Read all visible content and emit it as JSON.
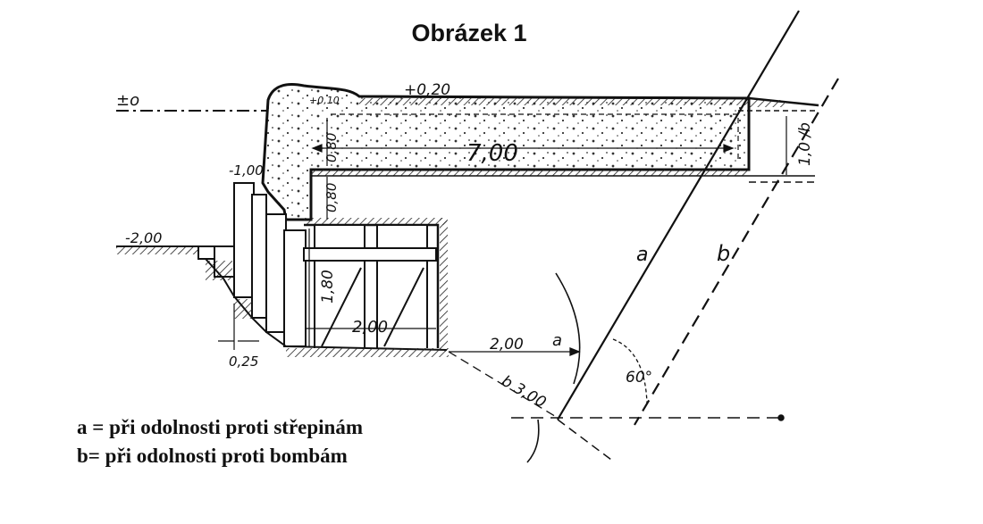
{
  "figure": {
    "title": "Obrázek 1",
    "legend": [
      "a = při odolnosti proti střepinám",
      "b= při odolnosti proti bombám"
    ]
  },
  "labels": {
    "ground_level": "±o",
    "top_plus_020": "+0,20",
    "top_plus_010": "+0,10",
    "span_700": "7,00",
    "thick_080_top": "0,80",
    "thick_080_bottom": "0,80",
    "minus_100": "-1,00",
    "minus_200": "-2,00",
    "height_180": "1,80",
    "width_200": "2,00",
    "offset_025": "0,25",
    "dist_a_200": "2,00",
    "line_a_label": "a",
    "line_a_lower": "a",
    "line_b_label": "b",
    "dist_b_300": "b 3,00",
    "side_10_b": "1,0 /b",
    "angle_60": "60°"
  }
}
